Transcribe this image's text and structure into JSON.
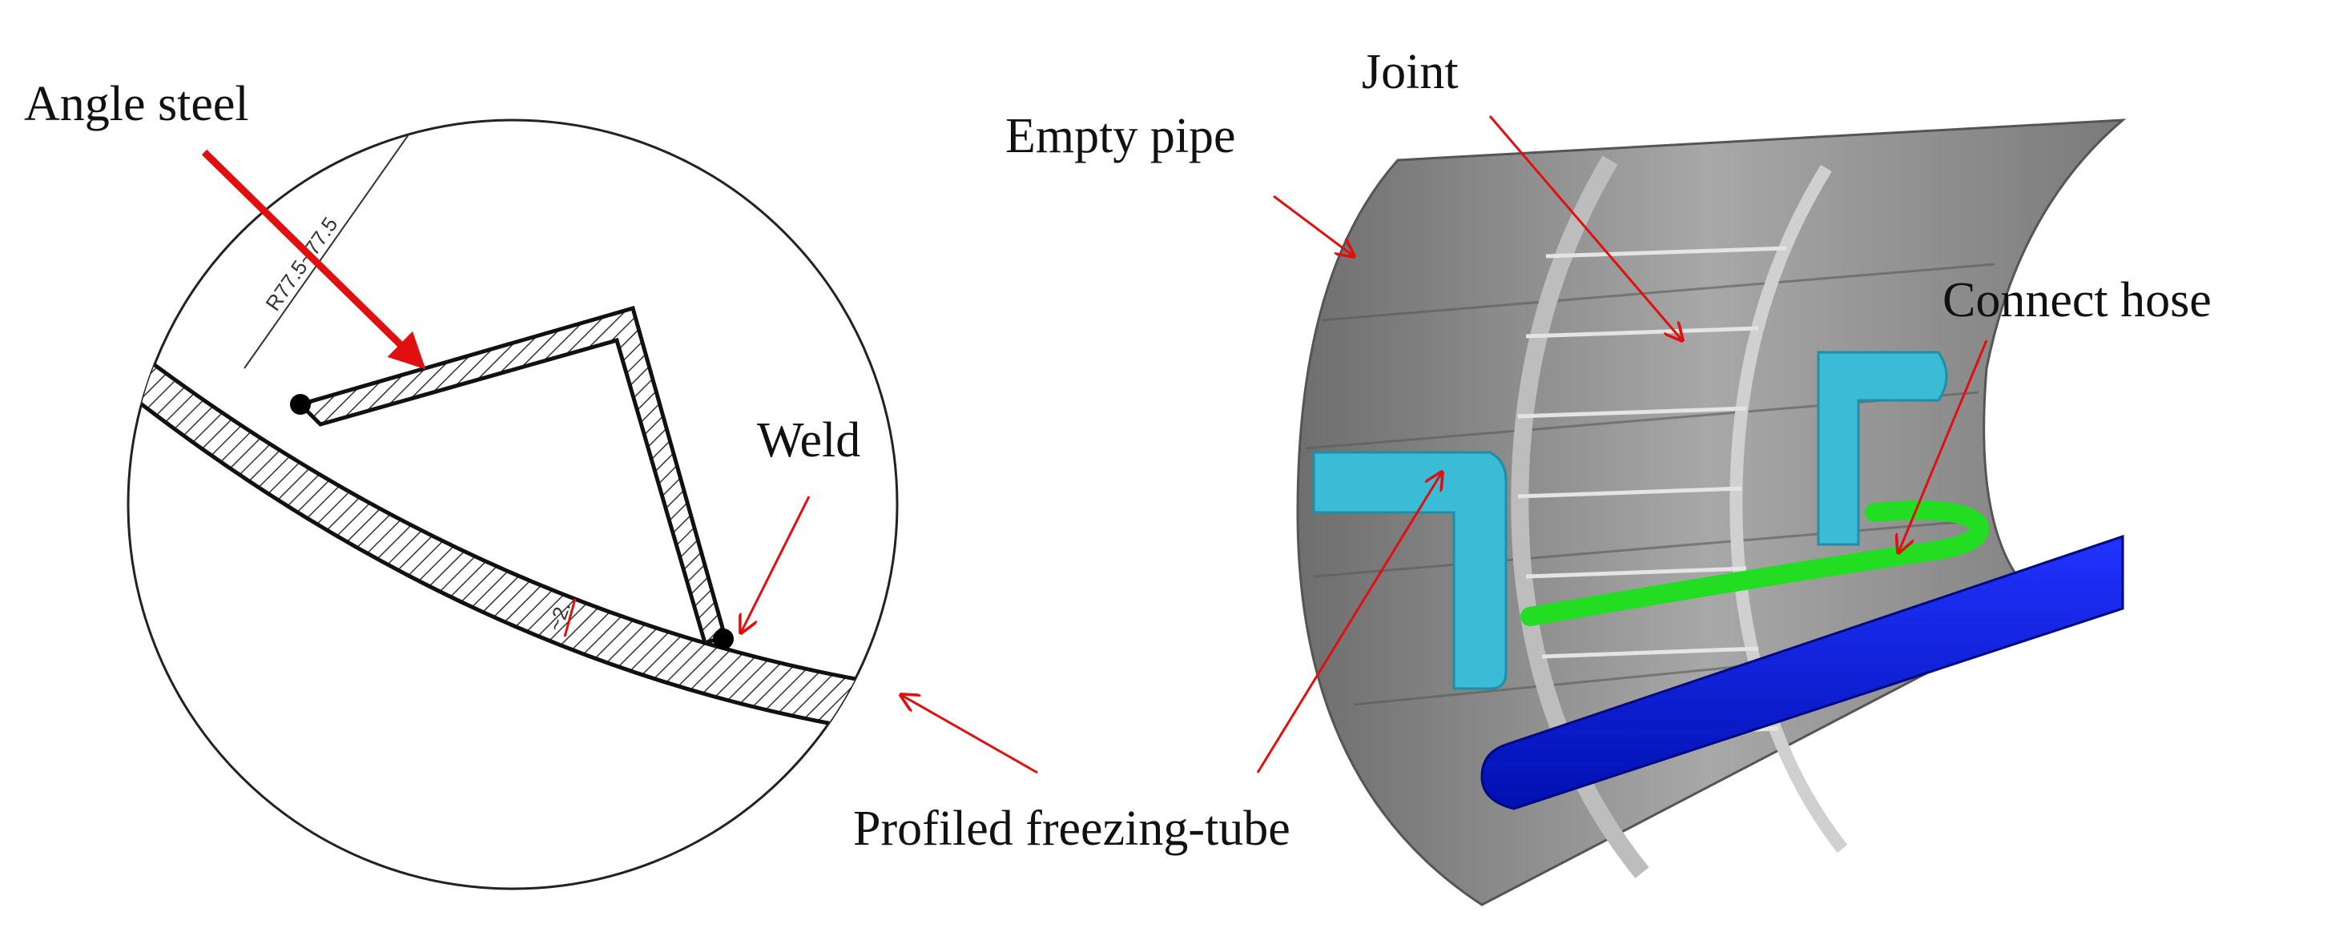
{
  "left_detail": {
    "labels": {
      "angle_steel": "Angle steel",
      "weld": "Weld",
      "profiled_freezing_tube": "Profiled freezing-tube"
    },
    "dimensions": {
      "radius": "R77.5~77.5",
      "wall_thickness": "~2."
    },
    "colors": {
      "leader_red": "#e01010",
      "weld_dot": "#000000"
    }
  },
  "right_model": {
    "labels": {
      "empty_pipe": "Empty pipe",
      "joint": "Joint",
      "connect_hose": "Connect hose"
    },
    "colors": {
      "pipe_gray": "#8c8c8c",
      "profiled_tube_cyan": "#3bbcd6",
      "connect_hose_green": "#22dd22",
      "support_pipe_blue": "#0a1ee0"
    }
  }
}
